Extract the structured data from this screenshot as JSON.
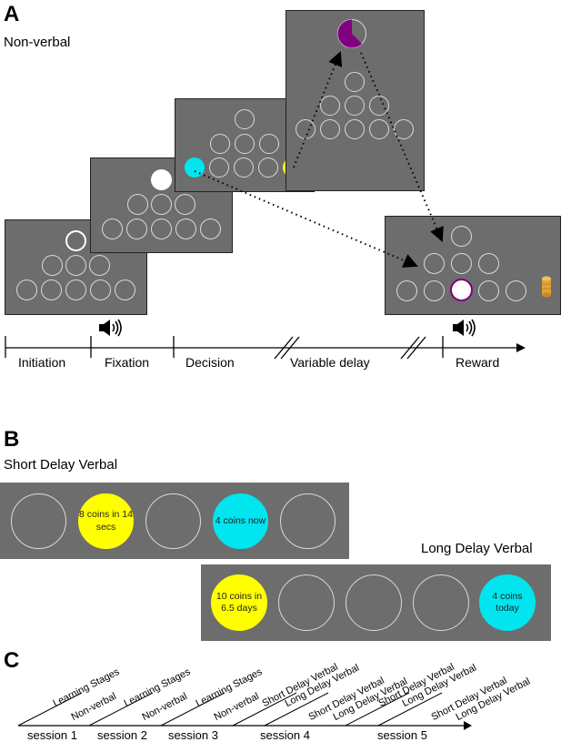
{
  "panelA": {
    "letter": "A",
    "subtitle": "Non-verbal",
    "stages": [
      "Initiation",
      "Fixation",
      "Decision",
      "Variable delay",
      "Reward"
    ]
  },
  "panelB": {
    "letter": "B",
    "short_title": "Short Delay Verbal",
    "long_title": "Long Delay Verbal",
    "short_options": {
      "large": "8 coins in 14 secs",
      "small": "4 coins now"
    },
    "long_options": {
      "large": "10 coins in 6.5 days",
      "small": "4 coins today"
    }
  },
  "panelC": {
    "letter": "C",
    "sessions": [
      "session 1",
      "session 2",
      "session 3",
      "session 4",
      "session 5"
    ],
    "conditions": {
      "learning": "Learning Stages",
      "nonverbal": "Non-verbal",
      "short": "Short Delay Verbal",
      "long": "Long Delay Verbal"
    }
  },
  "colors": {
    "screen": "#6d6d6d",
    "large_reward": "#ffff00",
    "small_reward": "#00e5ee",
    "progress": "#800080",
    "coin": "#e0a33a"
  },
  "icons": [
    "speaker-icon",
    "coin-stack-icon"
  ]
}
